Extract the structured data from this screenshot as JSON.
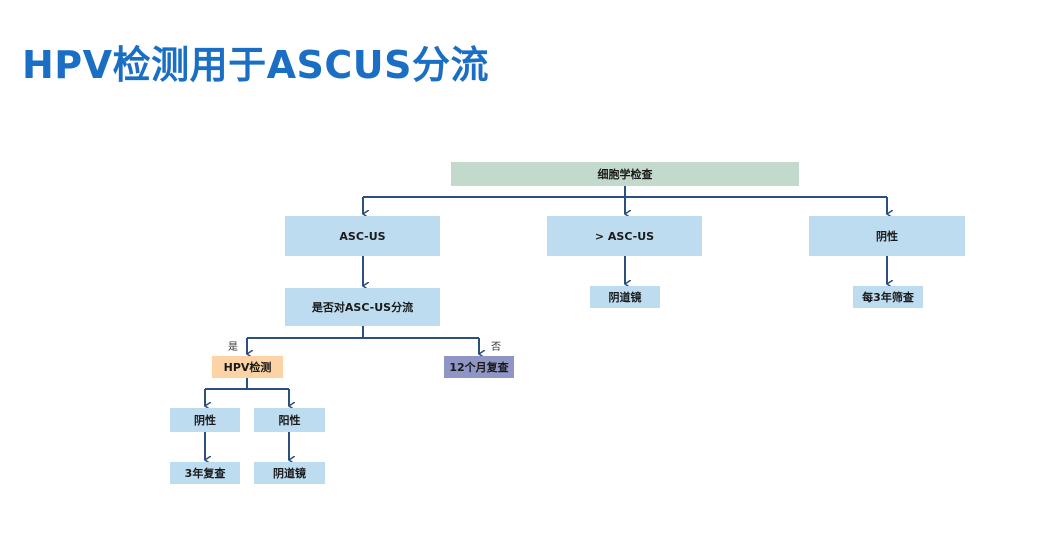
{
  "title": "HPV检测用于ASCUS分流",
  "colors": {
    "title": "#1a6fc4",
    "root_box": "#c3d9cb",
    "box": "#bddcef",
    "hpv_box": "#fbd3a4",
    "followup_box": "#8f96c6",
    "connector": "#2b4f7e"
  },
  "nodes": {
    "cytology": "细胞学检查",
    "ascus": "ASC-US",
    "gt_ascus": "> ASC-US",
    "negative_top": "阴性",
    "triage_question": "是否对ASC-US分流",
    "colposcopy_gt": "阴道镜",
    "every3years": "每3年筛查",
    "hpv_test": "HPV检测",
    "recheck_12m": "12个月复查",
    "hpv_negative": "阴性",
    "hpv_positive": "阳性",
    "recheck_3y": "3年复查",
    "colposcopy_pos": "阴道镜"
  },
  "edge_labels": {
    "yes": "是",
    "no": "否"
  }
}
